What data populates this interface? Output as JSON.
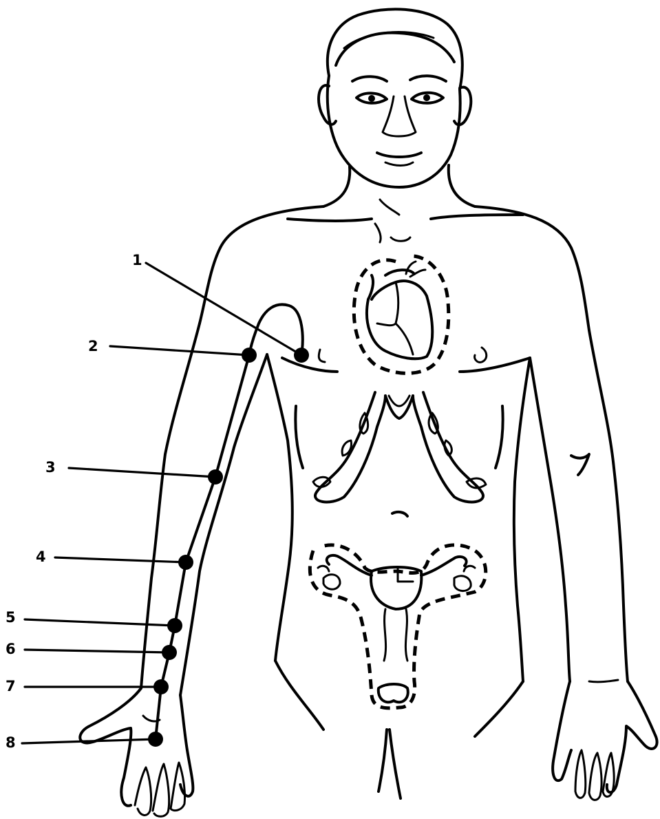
{
  "diagram": {
    "labels": [
      {
        "id": "1",
        "text": "1"
      },
      {
        "id": "2",
        "text": "2"
      },
      {
        "id": "3",
        "text": "3"
      },
      {
        "id": "4",
        "text": "4"
      },
      {
        "id": "5",
        "text": "5"
      },
      {
        "id": "6",
        "text": "6"
      },
      {
        "id": "7",
        "text": "7"
      },
      {
        "id": "8",
        "text": "8"
      }
    ],
    "icons": {
      "figure": "human-figure-outline",
      "heart": "heart-icon",
      "reproductive_organs": "uterus-ovaries-icon",
      "meridian": "arm-meridian-line",
      "acupoint": "acupoint-dot"
    }
  }
}
